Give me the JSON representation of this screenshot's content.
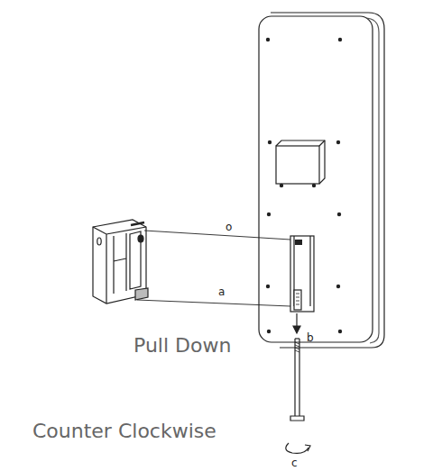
{
  "diagram": {
    "labels": [
      "o",
      "a",
      "b",
      "Pull Down",
      "Counter Clockwise",
      "c"
    ]
  }
}
